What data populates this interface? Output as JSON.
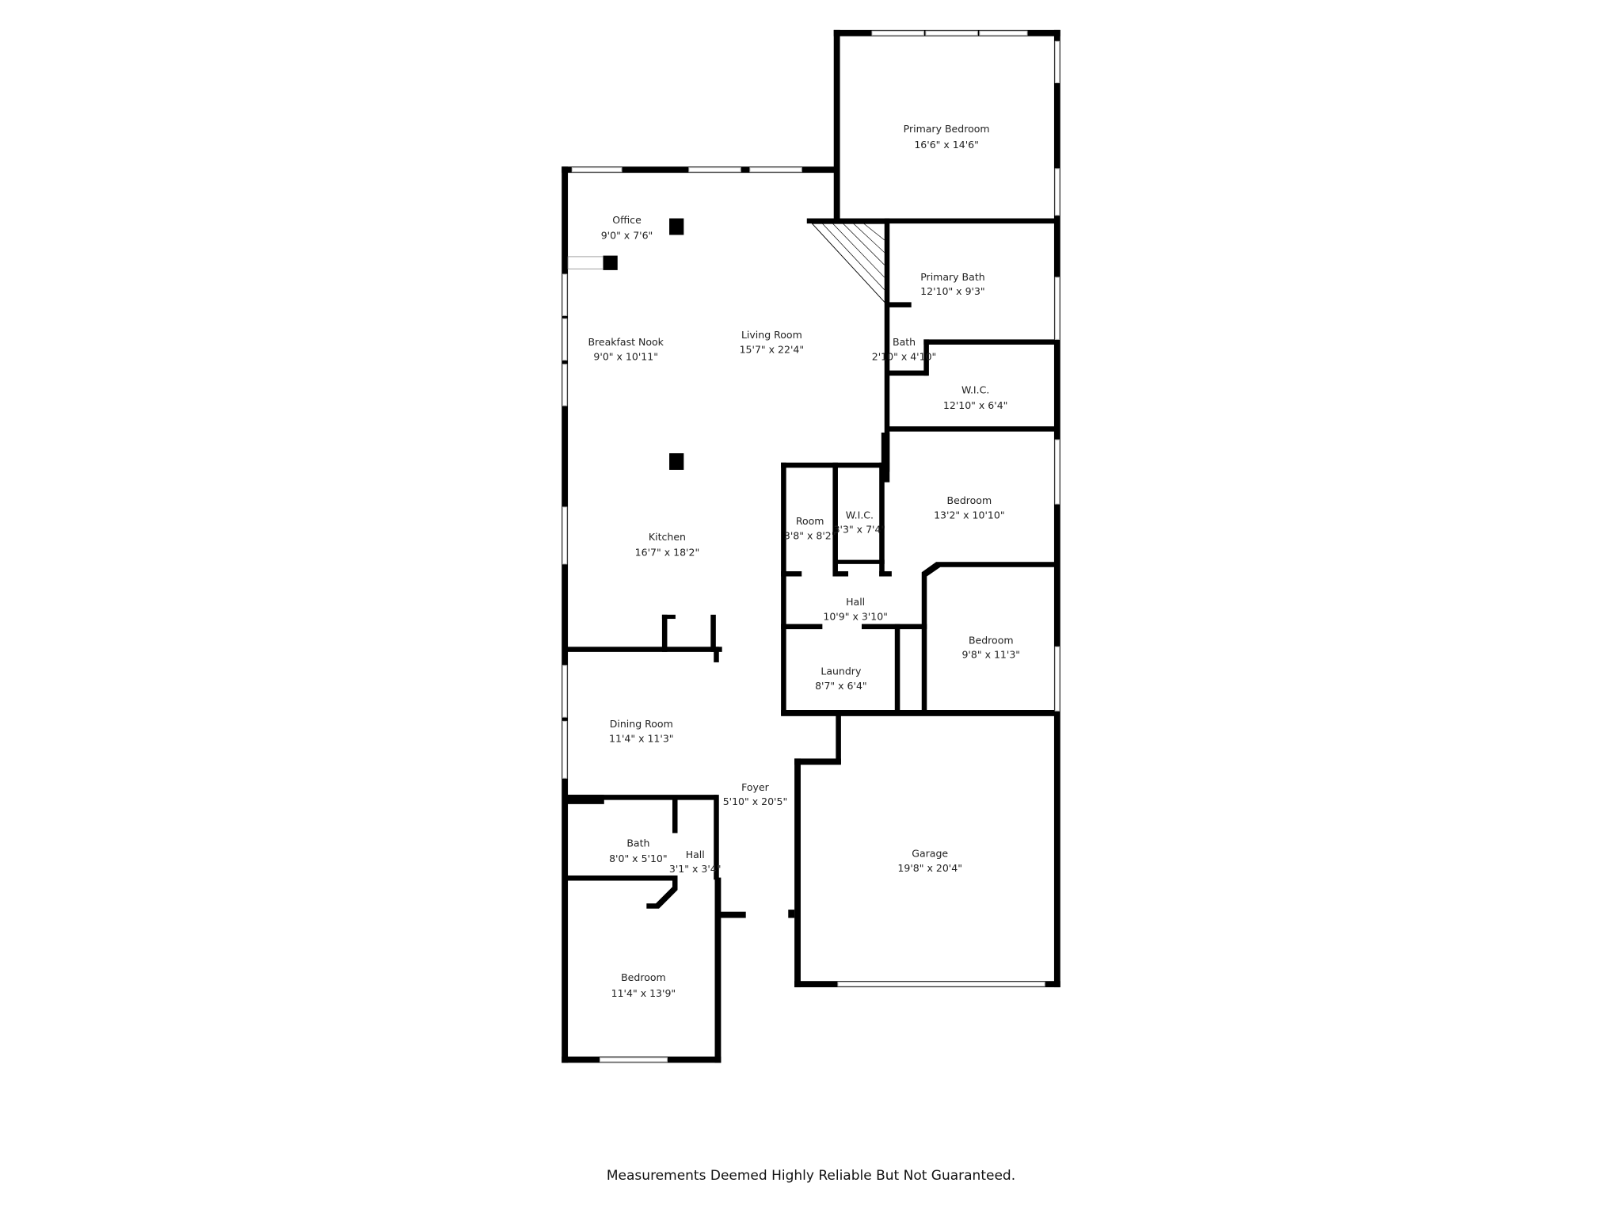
{
  "rooms": [
    {
      "name": "Primary Bedroom",
      "size": "16'6\" x 14'6\""
    },
    {
      "name": "Office",
      "size": "9'0\" x 7'6\""
    },
    {
      "name": "Primary Bath",
      "size": "12'10\" x 9'3\""
    },
    {
      "name": "Breakfast Nook",
      "size": "9'0\" x 10'11\""
    },
    {
      "name": "Living Room",
      "size": "15'7\" x 22'4\""
    },
    {
      "name": "Bath",
      "size": "2'10\" x 4'10\""
    },
    {
      "name": "W.I.C.",
      "size": "12'10\" x 6'4\""
    },
    {
      "name": "Bedroom",
      "size": "13'2\" x 10'10\""
    },
    {
      "name": "Room",
      "size": "3'8\" x 8'2\""
    },
    {
      "name": "W.I.C.",
      "size": "3'3\" x 7'4\""
    },
    {
      "name": "Kitchen",
      "size": "16'7\" x 18'2\""
    },
    {
      "name": "Hall",
      "size": "10'9\" x 3'10\""
    },
    {
      "name": "Bedroom",
      "size": "9'8\" x 11'3\""
    },
    {
      "name": "Laundry",
      "size": "8'7\" x 6'4\""
    },
    {
      "name": "Dining Room",
      "size": "11'4\" x 11'3\""
    },
    {
      "name": "Foyer",
      "size": "5'10\" x 20'5\""
    },
    {
      "name": "Bath",
      "size": "8'0\" x 5'10\""
    },
    {
      "name": "Hall",
      "size": "3'1\" x 3'4\""
    },
    {
      "name": "Garage",
      "size": "19'8\" x 20'4\""
    },
    {
      "name": "Bedroom",
      "size": "11'4\" x 13'9\""
    }
  ],
  "footer": "Measurements Deemed Highly Reliable But Not Guaranteed."
}
